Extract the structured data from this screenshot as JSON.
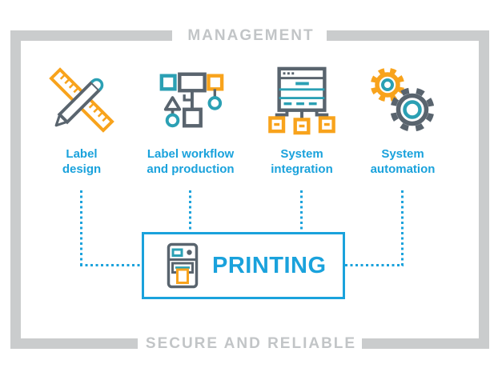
{
  "frame": {
    "top_label": "MANAGEMENT",
    "bottom_label": "SECURE AND RELIABLE"
  },
  "columns": [
    {
      "icon": "ruler-pencil-icon",
      "line1": "Label",
      "line2": "design"
    },
    {
      "icon": "flowchart-icon",
      "line1": "Label workflow",
      "line2": "and production"
    },
    {
      "icon": "server-window-icon",
      "line1": "System",
      "line2": "integration"
    },
    {
      "icon": "gears-icon",
      "line1": "System",
      "line2": "automation"
    }
  ],
  "printing_box": {
    "icon": "label-printer-icon",
    "label": "PRINTING"
  },
  "colors": {
    "accent_cyan": "#1aa2dc",
    "icon_teal": "#2ba0b4",
    "icon_orange": "#f8a31c",
    "icon_slate": "#59646e",
    "frame_gray": "#cacccd",
    "frame_text_gray": "#c2c5c7"
  }
}
